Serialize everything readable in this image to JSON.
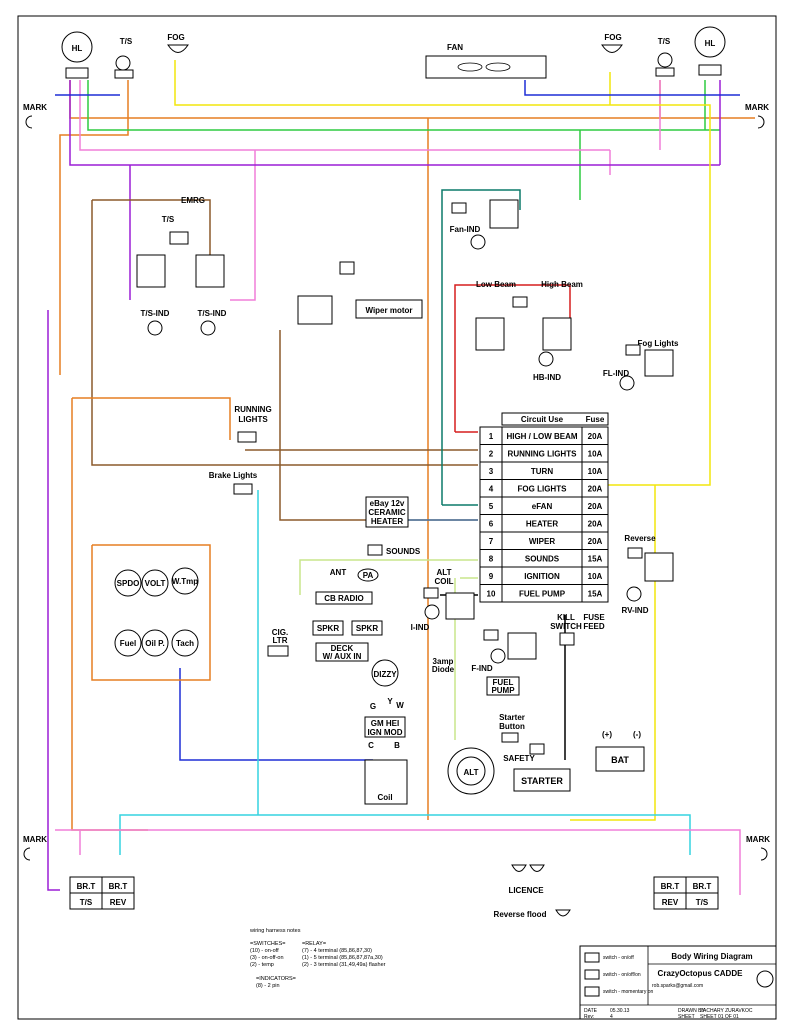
{
  "colors": {
    "orange": "#e67e22",
    "yellow": "#f2e60d",
    "green": "#2ecc40",
    "pink": "#f07fd8",
    "purple": "#9b1fd6",
    "brown": "#8b5a2b",
    "blue": "#1f2fd6",
    "cyan": "#35d3e0",
    "red": "#d61f1f",
    "teal": "#0b7a6a",
    "lightgreen": "#c8e68c",
    "steel": "#4f7aa8"
  },
  "labels": {
    "hl_left": "HL",
    "hl_right": "HL",
    "ts_tl": "T/S",
    "ts_tr": "T/S",
    "fog_left": "FOG",
    "fog_right": "FOG",
    "fan": "FAN",
    "mark_tl": "MARK",
    "mark_tr": "MARK",
    "mark_bl": "MARK",
    "mark_br": "MARK",
    "emrg": "EMRG",
    "ts_mid": "T/S",
    "ts_ind_left": "T/S-IND",
    "ts_ind_right": "T/S-IND",
    "wiper_motor": "Wiper motor",
    "fan_ind": "Fan-IND",
    "low_beam": "Low Beam",
    "high_beam": "High Beam",
    "hb_ind": "HB-IND",
    "fog_lights": "Fog Lights",
    "fl_ind": "FL-IND",
    "running_lights_1": "RUNNING",
    "running_lights_2": "LIGHTS",
    "brake_lights": "Brake Lights",
    "heater_1": "eBay 12v",
    "heater_2": "CERAMIC",
    "heater_3": "HEATER",
    "sounds": "SOUNDS",
    "ant": "ANT",
    "pa": "PA",
    "cb_radio": "CB RADIO",
    "spkr_1": "SPKR",
    "spkr_2": "SPKR",
    "cig_ltr_1": "CIG.",
    "cig_ltr_2": "LTR",
    "deck_1": "DECK",
    "deck_2": "W/ AUX IN",
    "alt_coil_1": "ALT",
    "alt_coil_2": "COIL",
    "i_ind": "I-IND",
    "f_ind": "F-IND",
    "kill_switch_1": "KILL",
    "kill_switch_2": "SWITCH",
    "fuse_feed_1": "FUSE",
    "fuse_feed_2": "FEED",
    "reverse": "Reverse",
    "rv_ind": "RV-IND",
    "diode_1": "3amp",
    "diode_2": "Diode",
    "fuel_pump_1": "FUEL",
    "fuel_pump_2": "PUMP",
    "dizzy": "DIZZY",
    "gm_hei_1": "GM HEI",
    "gm_hei_2": "IGN MOD",
    "coil": "Coil",
    "alt": "ALT",
    "starter_button_1": "Starter",
    "starter_button_2": "Button",
    "safety": "SAFETY",
    "starter": "STARTER",
    "bat": "BAT",
    "plus": "(+)",
    "minus": "(-)",
    "spdo": "SPDO",
    "volt": "VOLT",
    "wtmp": "W.Tmp",
    "fuel": "Fuel",
    "oilp": "Oil P.",
    "tach": "Tach",
    "brt": "BR.T",
    "rev": "REV",
    "ts": "T/S",
    "licence": "LICENCE",
    "reverse_flood": "Reverse flood",
    "c_label": "C",
    "b_label": "B",
    "g_label": "G",
    "y_label": "Y",
    "w_label": "W"
  },
  "fuse_table": {
    "headers": [
      "",
      "Circuit Use",
      "Fuse"
    ],
    "rows": [
      [
        "1",
        "HIGH / LOW BEAM",
        "20A"
      ],
      [
        "2",
        "RUNNING LIGHTS",
        "10A"
      ],
      [
        "3",
        "TURN",
        "10A"
      ],
      [
        "4",
        "FOG LIGHTS",
        "20A"
      ],
      [
        "5",
        "eFAN",
        "20A"
      ],
      [
        "6",
        "HEATER",
        "20A"
      ],
      [
        "7",
        "WIPER",
        "20A"
      ],
      [
        "8",
        "SOUNDS",
        "15A"
      ],
      [
        "9",
        "IGNITION",
        "10A"
      ],
      [
        "10",
        "FUEL PUMP",
        "15A"
      ]
    ]
  },
  "notes": {
    "title": "wiring harness notes",
    "switches_head": "=SWITCHES=",
    "switches": [
      "(10) - on-off",
      "(3) - on-off-on",
      "(2) - temp"
    ],
    "relay_head": "=RELAY=",
    "relay": [
      "(7) - 4 terminal (85,86,87,30)",
      "(1) - 5 terminal (85,86,87,87a,30)",
      "(2) - 3 terminal (31,49,49a) flasher"
    ],
    "indicators_head": "=INDICATORS=",
    "indicators": [
      "(8) - 2 pin"
    ]
  },
  "title_block": {
    "title": "Body Wiring Diagram",
    "project": "CrazyOctopus CADDE",
    "email": "rob.sparks@gmail.com",
    "legend": [
      "switch - on/off",
      "switch - on/off/on",
      "switch - momentary on"
    ],
    "meta": [
      "DATE",
      "05.30.13",
      "DRAWN BY",
      "ZACHARY ZURAVKOC",
      "Rev:",
      "4",
      "SHEET",
      "SHEET 01 OF 01"
    ]
  }
}
